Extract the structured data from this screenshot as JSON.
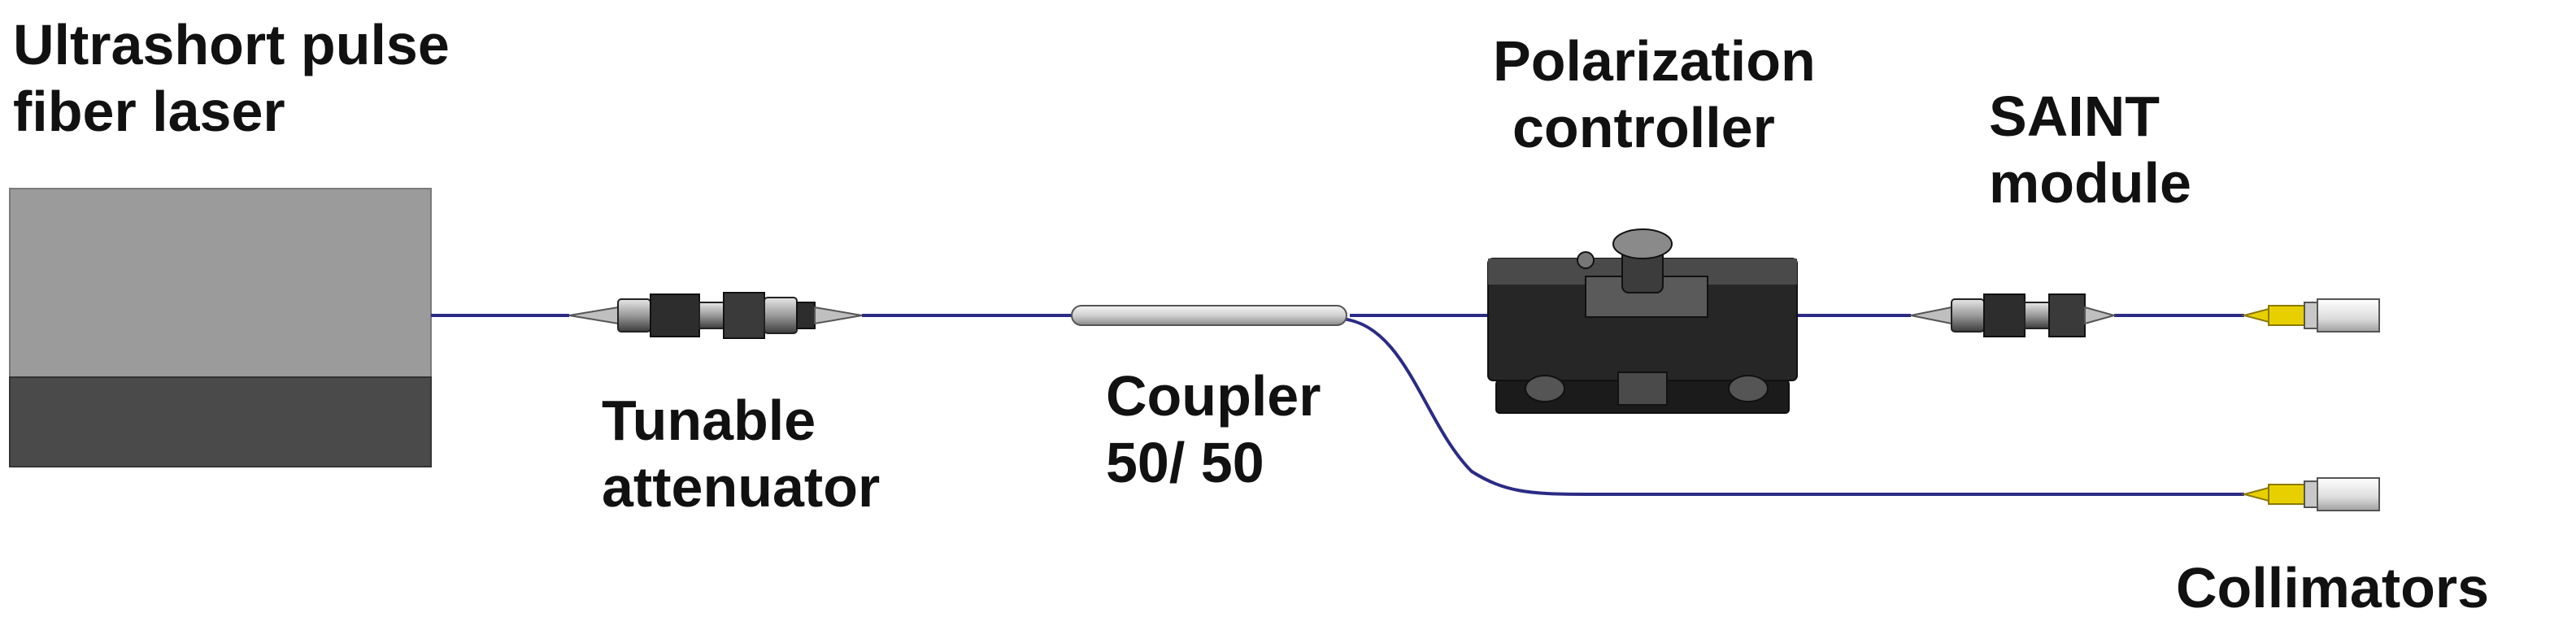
{
  "labels": {
    "laser": [
      "Ultrashort pulse",
      "fiber laser"
    ],
    "attenuator": [
      "Tunable",
      "attenuator"
    ],
    "coupler": [
      "Coupler",
      "50/ 50"
    ],
    "polarization": [
      "Polarization",
      "controller"
    ],
    "saint": [
      "SAINT",
      "module"
    ],
    "collimators": "Collimators"
  },
  "colors": {
    "fiber": "#2b2b86",
    "laser_top": "#9b9b9b",
    "laser_bottom": "#4a4a4a",
    "collimator_tip": "#e8d000",
    "text": "#111111"
  }
}
